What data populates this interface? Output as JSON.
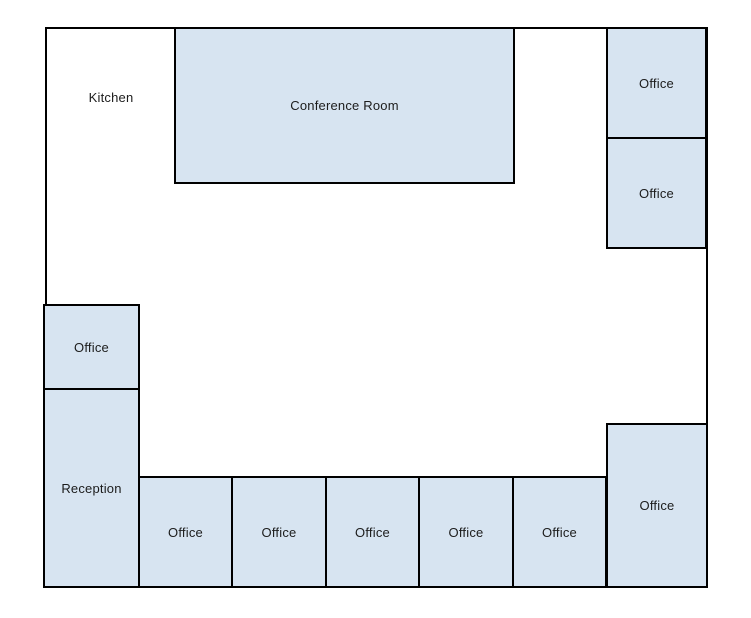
{
  "diagram": {
    "type": "floor-plan",
    "colors": {
      "room_fill": "#d7e4f1",
      "wall": "#000000",
      "label_text": "#1c1c1c",
      "background": "#ffffff"
    },
    "rooms": [
      {
        "id": "kitchen",
        "label": "Kitchen",
        "filled": false
      },
      {
        "id": "conference-room",
        "label": "Conference Room",
        "filled": true
      },
      {
        "id": "office-top-right-upper",
        "label": "Office",
        "filled": true
      },
      {
        "id": "office-top-right-lower",
        "label": "Office",
        "filled": true
      },
      {
        "id": "office-left",
        "label": "Office",
        "filled": true
      },
      {
        "id": "reception",
        "label": "Reception",
        "filled": true
      },
      {
        "id": "office-bottom-1",
        "label": "Office",
        "filled": true
      },
      {
        "id": "office-bottom-2",
        "label": "Office",
        "filled": true
      },
      {
        "id": "office-bottom-3",
        "label": "Office",
        "filled": true
      },
      {
        "id": "office-bottom-4",
        "label": "Office",
        "filled": true
      },
      {
        "id": "office-bottom-5",
        "label": "Office",
        "filled": true
      },
      {
        "id": "office-bottom-right",
        "label": "Office",
        "filled": true
      }
    ]
  }
}
